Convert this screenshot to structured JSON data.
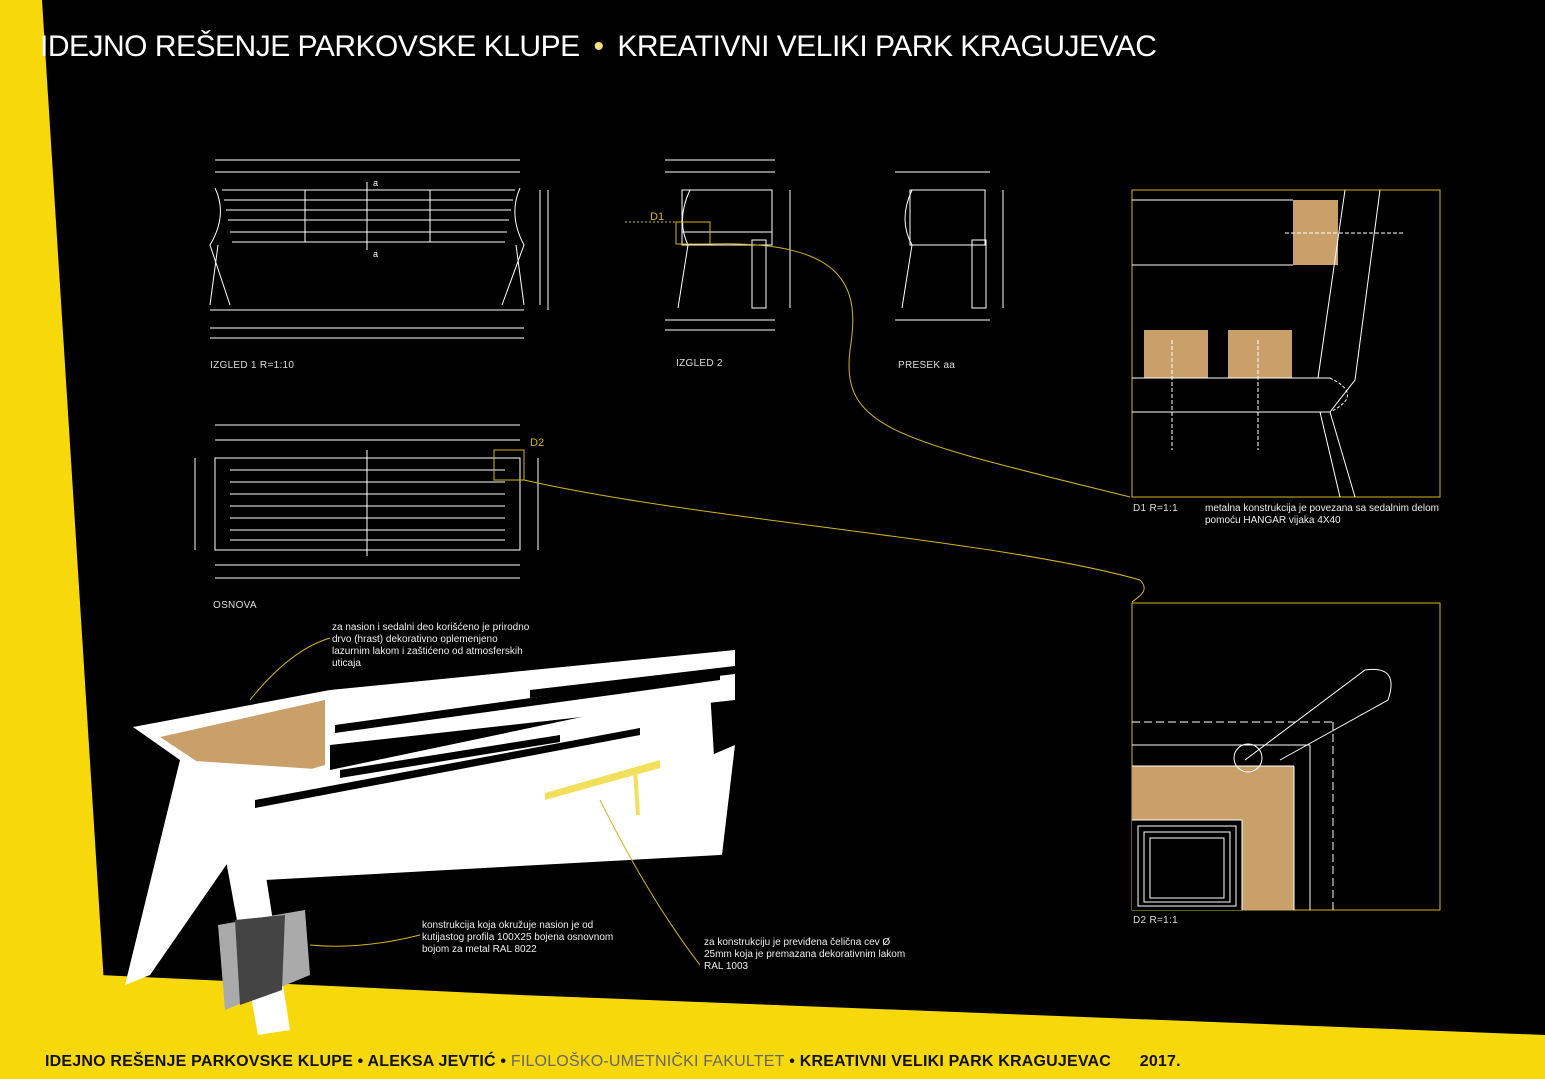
{
  "header": {
    "title_left": "IDEJNO REŠENJE PARKOVSKE KLUPE",
    "separator": "•",
    "title_right": "KREATIVNI VELIKI PARK KRAGUJEVAC"
  },
  "drawings": {
    "izgled1_label": "IZGLED 1    R=1:10",
    "izgled2_label": "IZGLED 2",
    "presek_label": "PRESEK aa",
    "osnova_label": "OSNOVA",
    "section_marker": "a",
    "detail1_tag": "D1",
    "detail2_tag": "D2"
  },
  "details": {
    "d1_scale": "D1     R=1:1",
    "d1_note": "metalna konstrukcija je povezana sa sedalnim delom pomoću HANGAR vijaka 4X40",
    "d2_scale": "D2    R=1:1"
  },
  "notes": {
    "wood_note": "za nasion i sedalni deo korišćeno je prirodno drvo (hrast) dekorativno oplemenjeno lazurnim lakom i zaštićeno od atmosferskih uticaja",
    "frame_note": "konstrukcija koja okružuje nasion je od kutijastog profila 100X25 bojena osnovnom bojom za metal RAL 8022",
    "pipe_note": "za konstrukciju je previđena čelična cev Ø 25mm koja je premazana dekorativnim lakom RAL 1003"
  },
  "footer": {
    "part1": "IDEJNO REŠENJE PARKOVSKE KLUPE  • ALEKSA JEVTIĆ •",
    "faculty": "FILOLOŠKO-UMETNIČKI FAKULTET",
    "part2": "• KREATIVNI VELIKI PARK KRAGUJEVAC",
    "year": "2017."
  },
  "colors": {
    "background": "#000000",
    "accent_yellow": "#f7d80a",
    "wood": "#c9a06a",
    "line": "#ffffff"
  }
}
